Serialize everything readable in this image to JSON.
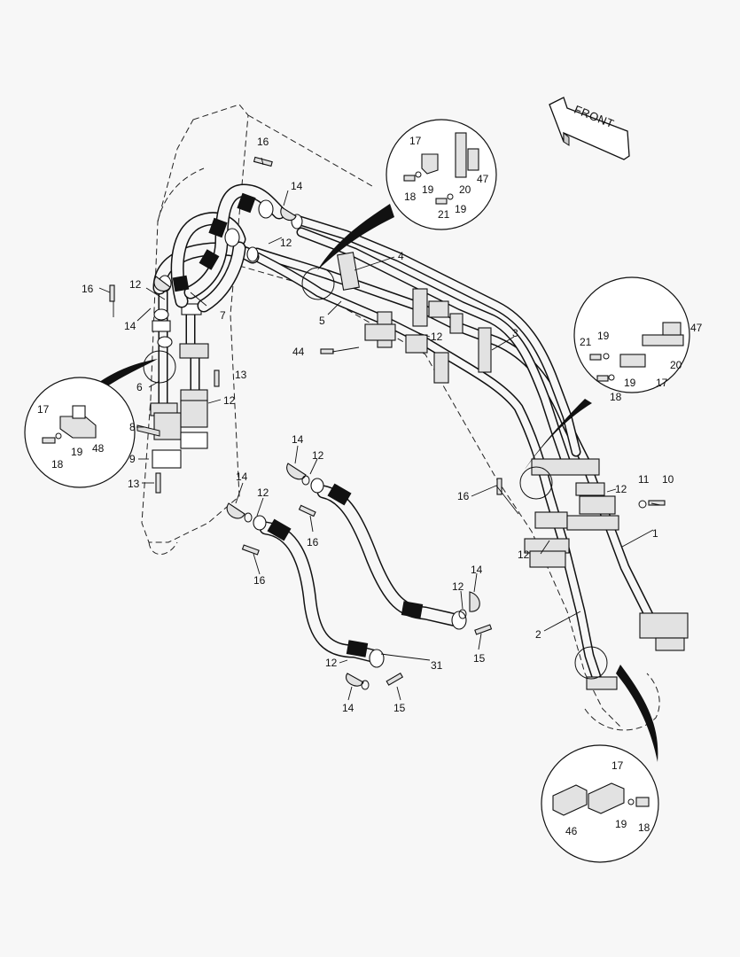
{
  "front_arrow": {
    "text": "FRONT"
  },
  "callouts": {
    "c1": "1",
    "c2": "2",
    "c3": "3",
    "c4": "4",
    "c5": "5",
    "c6": "6",
    "c7": "7",
    "c8": "8",
    "c9": "9",
    "c10": "10",
    "c11": "11",
    "c12a": "12",
    "c12b": "12",
    "c12c": "12",
    "c12d": "12",
    "c12e": "12",
    "c12f": "12",
    "c12g": "12",
    "c12h": "12",
    "c12i": "12",
    "c12j": "12",
    "c13a": "13",
    "c13b": "13",
    "c14a": "14",
    "c14b": "14",
    "c14c": "14",
    "c14d": "14",
    "c14e": "14",
    "c14f": "14",
    "c15a": "15",
    "c15b": "15",
    "c16a": "16",
    "c16b": "16",
    "c16c": "16",
    "c16d": "16",
    "c16e": "16",
    "c31": "31",
    "c44": "44"
  },
  "detail_top": {
    "d17": "17",
    "d18": "18",
    "d19a": "19",
    "d19b": "19",
    "d20": "20",
    "d21": "21",
    "d47": "47"
  },
  "detail_left": {
    "d17": "17",
    "d18": "18",
    "d19": "19",
    "d48": "48"
  },
  "detail_right": {
    "d17": "17",
    "d18": "18",
    "d19a": "19",
    "d19b": "19",
    "d20": "20",
    "d21": "21",
    "d47": "47"
  },
  "detail_bottom": {
    "d17": "17",
    "d18": "18",
    "d19": "19",
    "d46": "46"
  }
}
